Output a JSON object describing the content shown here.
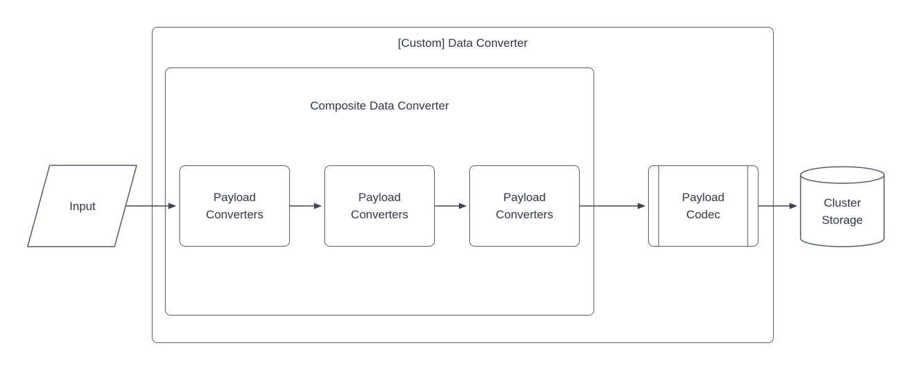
{
  "diagram": {
    "title": "[Custom] Data Converter",
    "outer_container": {
      "label": "[Custom] Data Converter"
    },
    "inner_container": {
      "label": "Composite Data Converter"
    },
    "input_node": {
      "label": "Input",
      "shape": "parallelogram"
    },
    "payload_converters": [
      {
        "label": "Payload Converters"
      },
      {
        "label": "Payload Converters"
      },
      {
        "label": "Payload Converters"
      }
    ],
    "payload_codec": {
      "label": "Payload Codec",
      "shape": "predefined-process"
    },
    "cluster_storage": {
      "label": "Cluster Storage",
      "shape": "cylinder"
    },
    "flow": [
      "Input -> Payload Converters (1)",
      "Payload Converters (1) -> Payload Converters (2)",
      "Payload Converters (2) -> Payload Converters (3)",
      "Payload Converters (3) -> Payload Codec",
      "Payload Codec -> Cluster Storage"
    ],
    "colors": {
      "stroke": "#515a68",
      "arrow": "#3e4653",
      "text": "#2f3642",
      "background": "#ffffff"
    }
  }
}
